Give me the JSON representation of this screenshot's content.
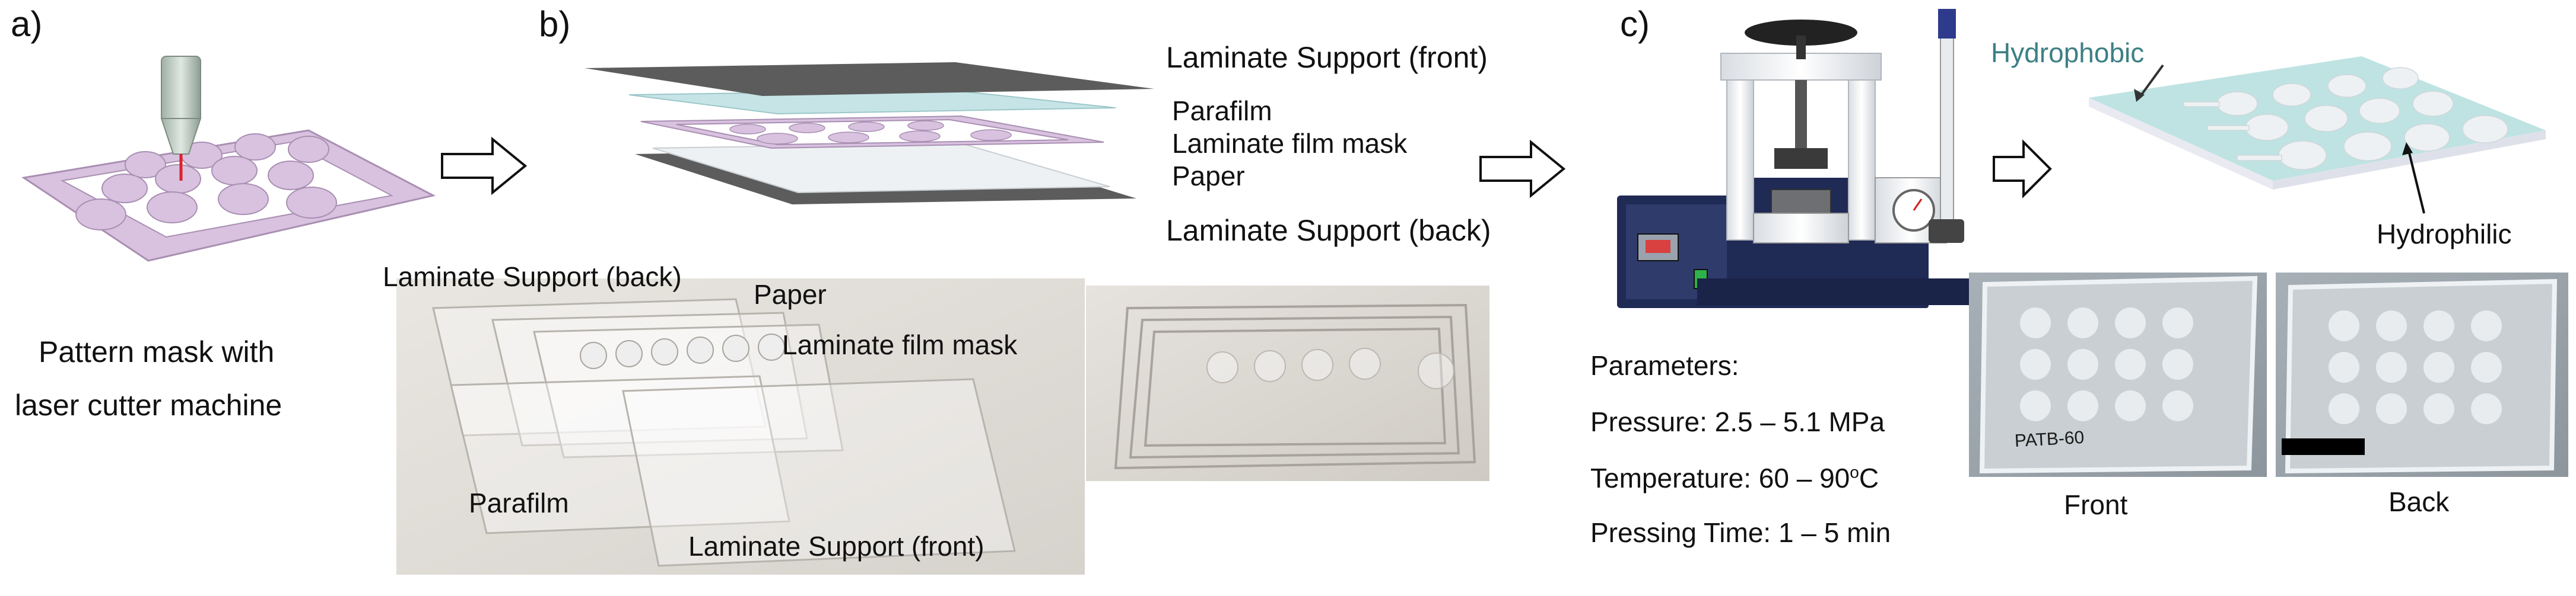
{
  "panels": {
    "a": "a)",
    "b": "b)",
    "c": "c)"
  },
  "panel_a": {
    "caption_line1": "Pattern mask with",
    "caption_line2": "laser cutter machine"
  },
  "panel_b": {
    "layers": {
      "support_front": "Laminate Support (front)",
      "parafilm": "Parafilm",
      "film_mask": "Laminate film mask",
      "paper": "Paper",
      "support_back": "Laminate Support (back)"
    },
    "photo_labels": {
      "support_back": "Laminate Support (back)",
      "paper": "Paper",
      "film_mask": "Laminate film mask",
      "parafilm": "Parafilm",
      "support_front": "Laminate Support (front)"
    }
  },
  "panel_c": {
    "parameters_title": "Parameters:",
    "pressure": "Pressure: 2.5 – 5.1 MPa",
    "temperature_prefix": "Temperature: 60 – 90",
    "temperature_sup": "o",
    "temperature_suffix": "C",
    "pressing_time": "Pressing Time: 1 – 5 min",
    "hydrophobic": "Hydrophobic",
    "hydrophilic": "Hydrophilic",
    "front": "Front",
    "back": "Back",
    "sample_mark": "PATB-60"
  },
  "colors": {
    "mask": "#d8c2df",
    "mask_stroke": "#a98fb3",
    "laminate": "#5c5c5c",
    "parafilm": "#c6e4e6",
    "paper": "#eef1f3",
    "teal_sheet": "#bfe3e3",
    "press_blue": "#1f2a55",
    "label_teal": "#3d7f86"
  }
}
